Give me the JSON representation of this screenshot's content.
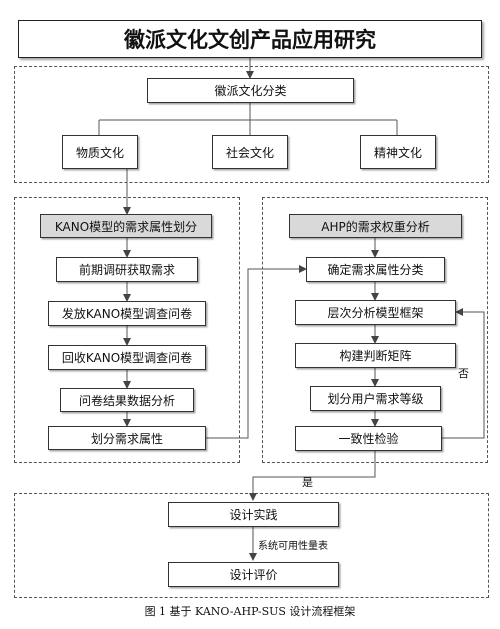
{
  "title": "徽派文化文创产品应用研究",
  "classification": {
    "root": "徽派文化分类",
    "children": [
      "物质文化",
      "社会文化",
      "精神文化"
    ]
  },
  "kano": {
    "header": "KANO模型的需求属性划分",
    "steps": [
      "前期调研获取需求",
      "发放KANO模型调查问卷",
      "回收KANO模型调查问卷",
      "问卷结果数据分析",
      "划分需求属性"
    ]
  },
  "ahp": {
    "header": "AHP的需求权重分析",
    "steps": [
      "确定需求属性分类",
      "层次分析模型框架",
      "构建判断矩阵",
      "划分用户需求等级",
      "一致性检验"
    ],
    "no_label": "否",
    "yes_label": "是"
  },
  "design": {
    "practice": "设计实践",
    "tool": "系统可用性量表",
    "evaluation": "设计评价"
  },
  "caption": "图 1 基于 KANO-AHP-SUS 设计流程框架"
}
